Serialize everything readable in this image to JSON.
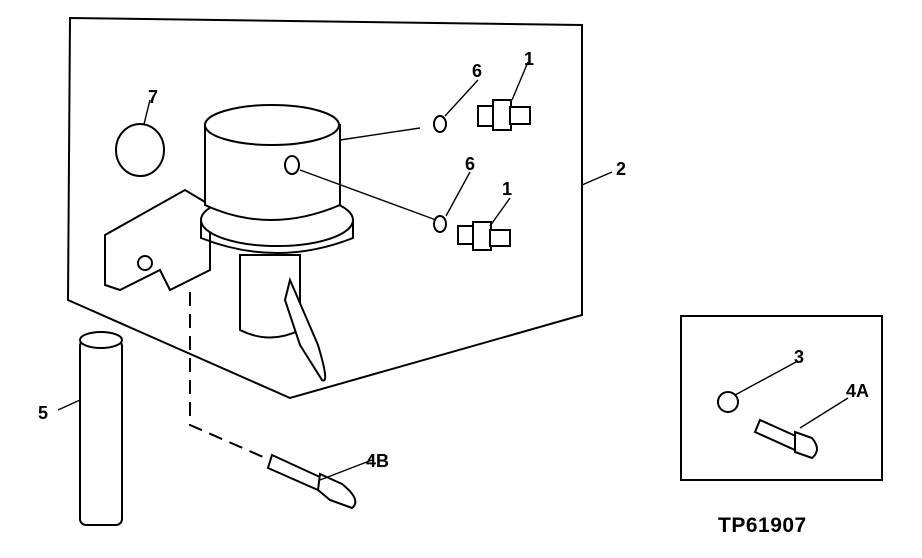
{
  "figure_id": "TP61907",
  "callouts": {
    "c1_top": "1",
    "c1_bottom": "1",
    "c2": "2",
    "c3": "3",
    "c4a": "4A",
    "c4b": "4B",
    "c5": "5",
    "c6_top": "6",
    "c6_bottom": "6",
    "c7": "7"
  }
}
